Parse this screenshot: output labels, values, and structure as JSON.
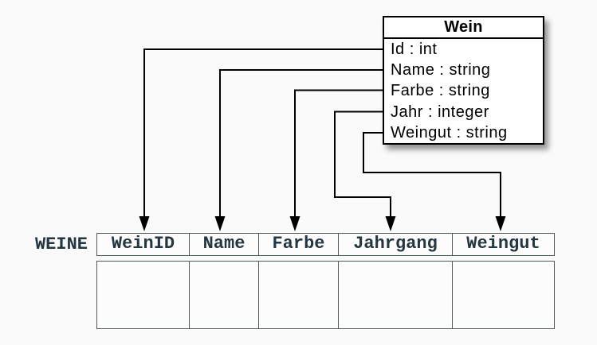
{
  "class_box": {
    "title": "Wein",
    "attributes": [
      "Id : int",
      "Name : string",
      "Farbe : string",
      "Jahr : integer",
      "Weingut : string"
    ]
  },
  "db_table": {
    "label": "WEINE",
    "columns": [
      "WeinID",
      "Name",
      "Farbe",
      "Jahrgang",
      "Weingut"
    ],
    "empty_rows": 1
  },
  "mappings": [
    {
      "attribute": "Id",
      "column": "WeinID"
    },
    {
      "attribute": "Name",
      "column": "Name"
    },
    {
      "attribute": "Farbe",
      "column": "Farbe"
    },
    {
      "attribute": "Jahr",
      "column": "Jahrgang"
    },
    {
      "attribute": "Weingut",
      "column": "Weingut"
    }
  ],
  "colors": {
    "background": "#fafafa",
    "box_fill": "#ffffff",
    "box_border": "#000000",
    "connector": "#000000",
    "table_border": "#4d5a58",
    "table_text": "#243740"
  }
}
